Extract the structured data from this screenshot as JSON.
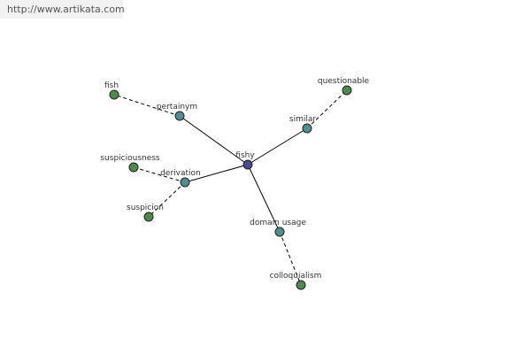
{
  "watermark": {
    "text": "http://www.artikata.com"
  },
  "colors": {
    "center_node": "#4a4a8c",
    "relation_node": "#4f8f91",
    "leaf_node": "#4e8a4e",
    "edge": "#000000",
    "label": "#333333"
  },
  "graph": {
    "center": {
      "id": "fishy",
      "label": "fishy"
    },
    "relations": [
      {
        "id": "pertainym",
        "label": "pertainym",
        "terms": [
          {
            "id": "fish",
            "label": "fish"
          }
        ]
      },
      {
        "id": "similar",
        "label": "similar",
        "terms": [
          {
            "id": "questionable",
            "label": "questionable"
          }
        ]
      },
      {
        "id": "derivation",
        "label": "derivation",
        "terms": [
          {
            "id": "suspiciousness",
            "label": "suspiciousness"
          },
          {
            "id": "suspicion",
            "label": "suspicion"
          }
        ]
      },
      {
        "id": "domain-usage",
        "label": "domain usage",
        "terms": [
          {
            "id": "colloquialism",
            "label": "colloquialism"
          }
        ]
      }
    ]
  }
}
